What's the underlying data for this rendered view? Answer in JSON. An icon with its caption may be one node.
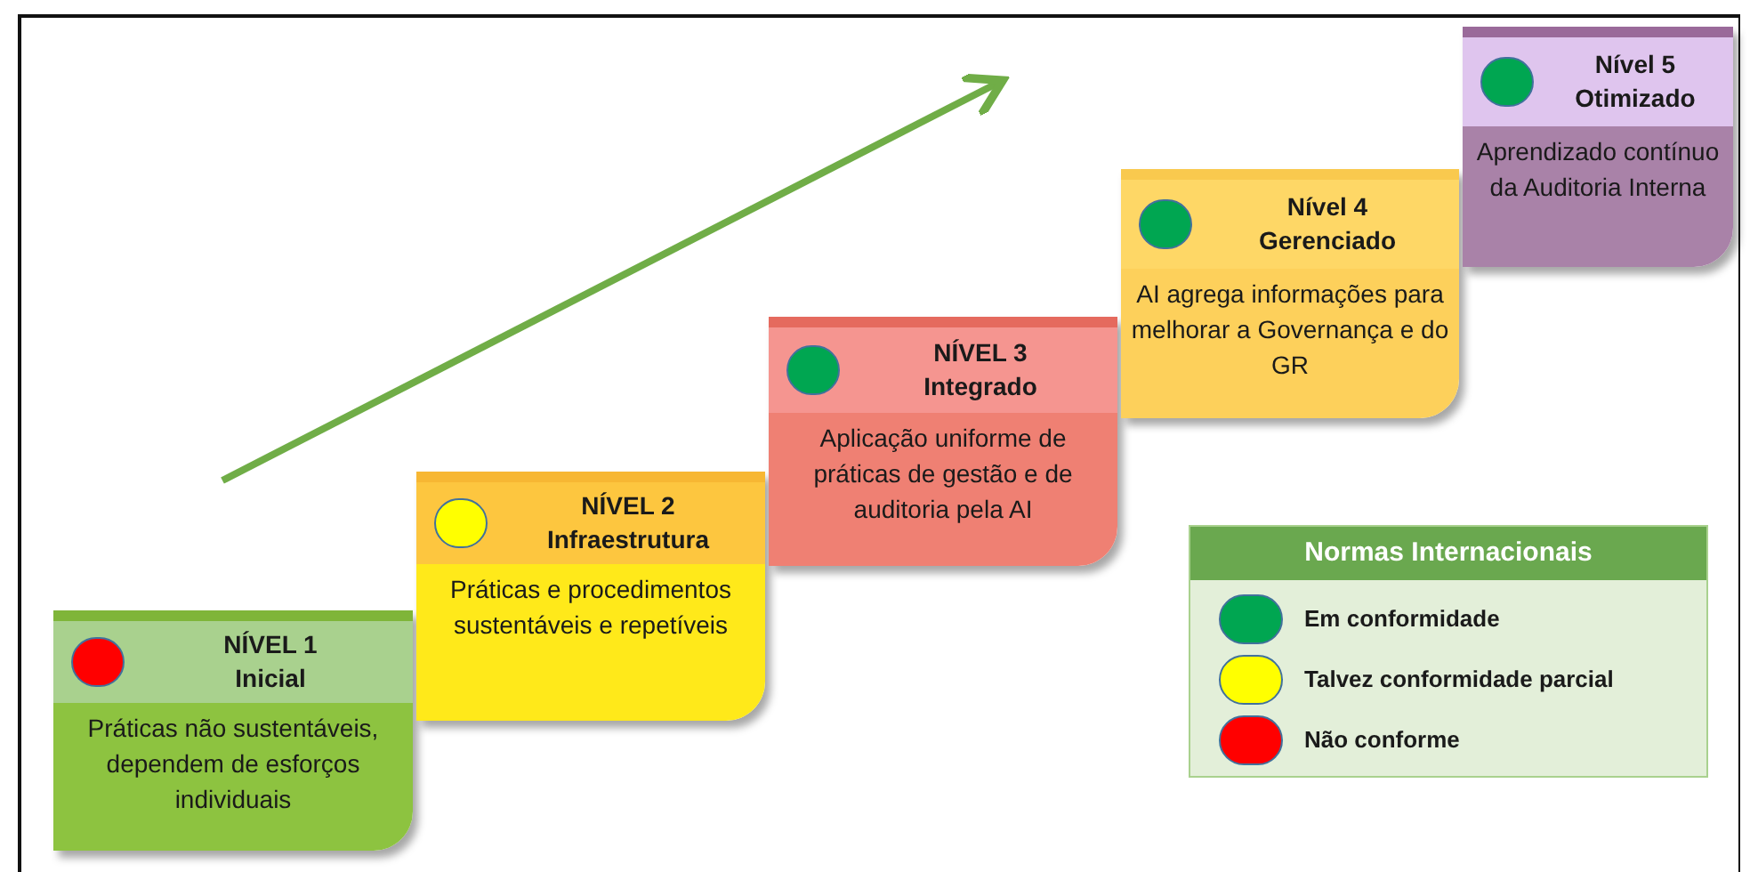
{
  "diagram": {
    "nodes": [
      {
        "text": [
          "NÍVEL 1 Inicial",
          "Práticas não sustentáveis, dependem de esforços individuais"
        ]
      },
      {
        "text": [
          "NÍVEL 2 Infraestrutura",
          "Práticas e procedimentos sustentáveis e repetíveis"
        ]
      },
      {
        "text": [
          "NÍVEL 3 Integrado",
          "Aplicação uniforme de práticas de gestão e de auditoria pela AI"
        ]
      },
      {
        "text": [
          "Nível 4 Gerenciado",
          "AI agrega informações para melhorar a Governança e do GR"
        ]
      },
      {
        "text": [
          "Nível 5 Otimizado",
          "Aprendizado contínuo da Auditoria Interna"
        ]
      }
    ],
    "edges": [],
    "labels": [
      "Normas Internacionais"
    ],
    "legend": [
      {
        "text": "Em conformidade",
        "color": "#00a651"
      },
      {
        "text": "Talvez conformidade parcial",
        "color": "#ffff00"
      },
      {
        "text": "Não conforme",
        "color": "#ff0000"
      }
    ]
  }
}
